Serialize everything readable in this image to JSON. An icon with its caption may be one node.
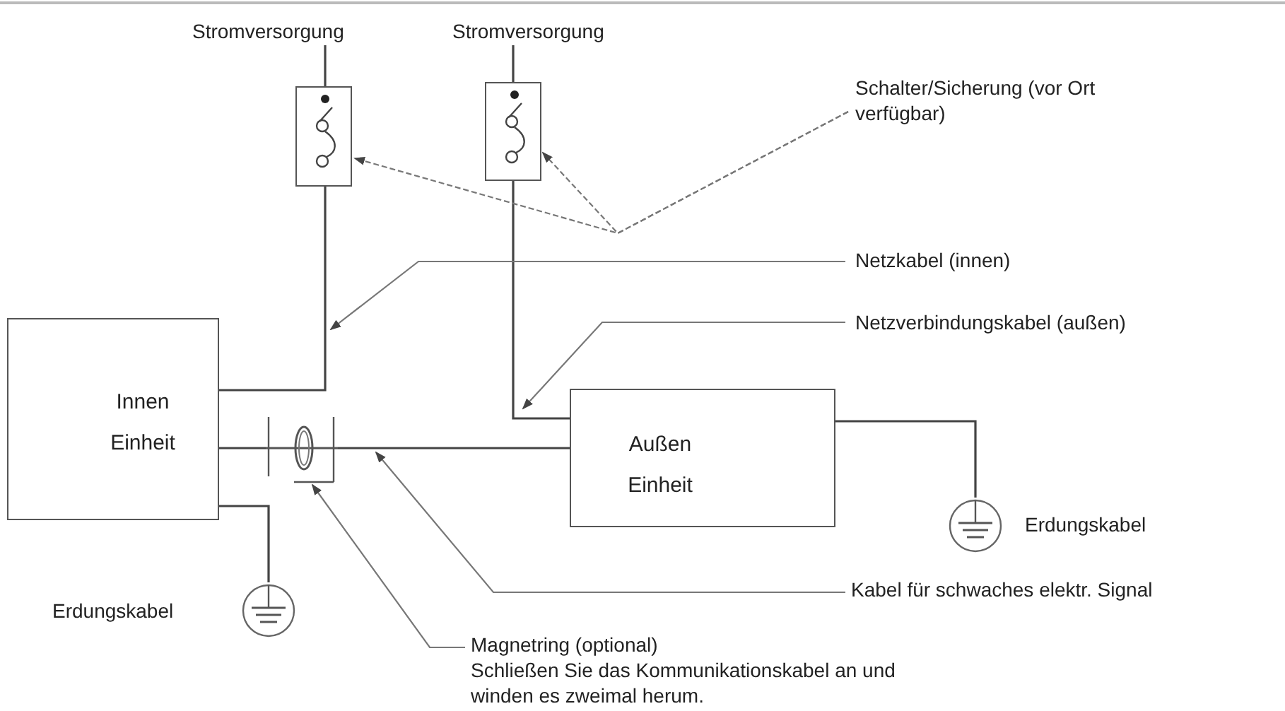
{
  "diagram": {
    "nodes": [
      {
        "text": [
          "Stromversorgung"
        ]
      },
      {
        "text": [
          "Stromversorgung"
        ]
      },
      {
        "text": [],
        "shape": "box"
      },
      {
        "text": [],
        "shape": "box"
      },
      {
        "text": [
          "Schalter/Sicherung (vor Ort verfügbar)"
        ]
      },
      {
        "text": [
          "Netzkabel (innen)"
        ]
      },
      {
        "text": [
          "Netzverbindungskabel (außen)"
        ]
      },
      {
        "text": [
          "Innen Einheit"
        ]
      },
      {
        "text": [
          "Außen Einheit"
        ]
      },
      {
        "text": [],
        "shape": "circle"
      },
      {
        "text": [],
        "shape": "circle",
        "beside": [
          "Erdungskabel"
        ]
      },
      {
        "text": [],
        "shape": "circle",
        "beside": [
          "Erdungskabel"
        ]
      },
      {
        "text": [
          "Kabel für schwaches elektr. Signal"
        ]
      },
      {
        "text": [
          "Magnetring (optional)",
          "Schließen Sie das Kommunikationskabel an und winden es zweimal herum."
        ]
      }
    ],
    "edges": [
      {
        "from": 0,
        "to": 2,
        "arrow": "none"
      },
      {
        "from": 1,
        "to": 3,
        "arrow": "none"
      },
      {
        "from": 2,
        "to": 7,
        "arrow": "none"
      },
      {
        "from": 3,
        "to": 8,
        "arrow": "none"
      },
      {
        "from": 7,
        "to": 9,
        "arrow": "none"
      },
      {
        "from": 9,
        "to": 8,
        "arrow": "none"
      },
      {
        "from": 7,
        "to": 10,
        "arrow": "none"
      },
      {
        "from": 8,
        "to": 11,
        "arrow": "none"
      },
      {
        "from": 4,
        "to": 2,
        "arrow": "to",
        "style": "dashed"
      },
      {
        "from": 4,
        "to": 3,
        "arrow": "to",
        "style": "dashed"
      },
      {
        "from": 5,
        "to": null,
        "arrow": "to"
      },
      {
        "from": 6,
        "to": null,
        "arrow": "to"
      },
      {
        "from": 12,
        "to": null,
        "arrow": "to"
      },
      {
        "from": 13,
        "to": 9,
        "arrow": "to"
      }
    ]
  }
}
